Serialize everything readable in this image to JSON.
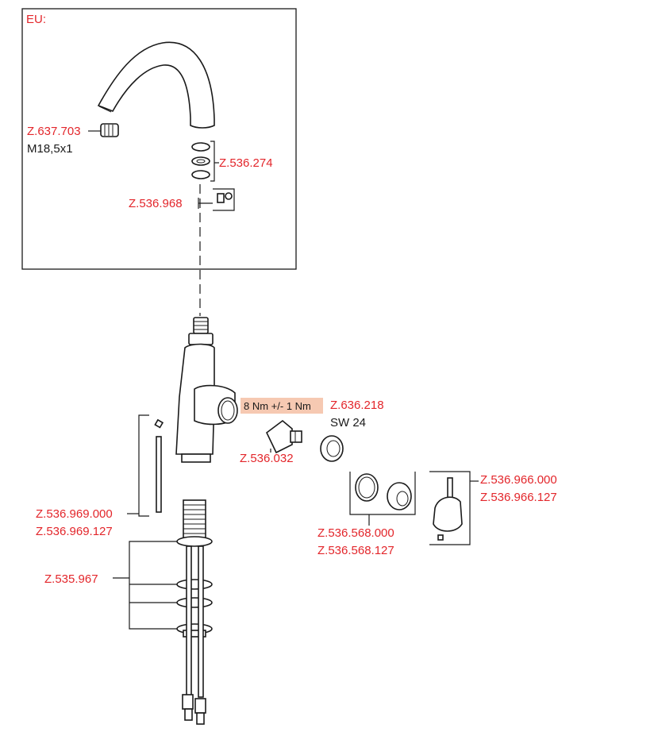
{
  "inset_label": "EU:",
  "torque_label": "8 Nm +/- 1 Nm",
  "part_numbers": {
    "aerator": "Z.637.703",
    "aerator_thread": "M18,5x1",
    "seal_set": "Z.536.274",
    "check_valve": "Z.536.968",
    "cartridge_nut": "Z.636.218",
    "wrench_size": "SW 24",
    "cartridge": "Z.536.032",
    "rod_kit": "Z.536.969.000",
    "rod_kit_alt": "Z.536.969.127",
    "fixing_kit": "Z.535.967",
    "cover_kit": "Z.536.568.000",
    "cover_kit_alt": "Z.536.568.127",
    "handle": "Z.536.966.000",
    "handle_alt": "Z.536.966.127"
  },
  "colors": {
    "label_red": "#e3262b",
    "badge_fill": "#f6c9b2",
    "line": "#1a1a1a"
  }
}
